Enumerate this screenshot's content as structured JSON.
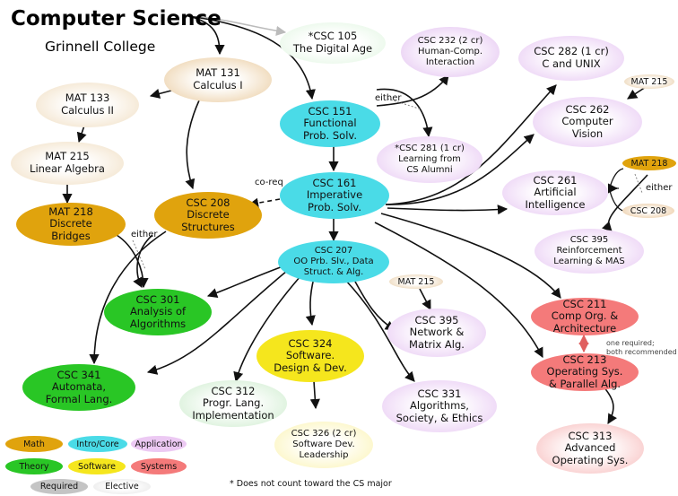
{
  "header": {
    "title": "Computer Science",
    "subtitle": "Grinnell College"
  },
  "colors": {
    "math": "#e0a30d",
    "math_light": "#f3dfb9",
    "intro": "#4adbe7",
    "application": "#ecc9f3",
    "theory": "#29c625",
    "software": "#f5e61d",
    "systems": "#f47a7a",
    "required": "#c4c4c4",
    "elective": "#eeeeee"
  },
  "nodes": {
    "csc105": "*CSC 105\nThe Digital Age",
    "mat131": "MAT 131\nCalculus I",
    "csc232": "CSC 232 (2 cr)\nHuman-Comp.\nInteraction",
    "csc282": "CSC 282 (1 cr)\nC and UNIX",
    "mat133": "MAT 133\nCalculus II",
    "csc151": "CSC 151\nFunctional\nProb. Solv.",
    "mat215a": "MAT 215",
    "csc262": "CSC 262\nComputer\nVision",
    "mat215": "MAT 215\nLinear Algebra",
    "csc281": "*CSC 281 (1 cr)\nLearning from\nCS Alumni",
    "mat218a": "MAT 218",
    "csc161": "CSC 161\nImperative\nProb. Solv.",
    "csc261": "CSC 261\nArtificial\nIntelligence",
    "mat218": "MAT 218\nDiscrete\nBridges",
    "csc208": "CSC 208\nDiscrete\nStructures",
    "csc208a": "CSC 208",
    "csc395rl": "CSC 395\nReinforcement\nLearning & MAS",
    "csc207": "CSC 207\nOO Prb. Slv., Data\nStruct. &  Alg.",
    "mat215b": "MAT 215",
    "csc301": "CSC 301\nAnalysis of\nAlgorithms",
    "csc395net": "CSC 395\nNetwork &\nMatrix Alg.",
    "csc211": "CSC 211\nComp Org. &\nArchitecture",
    "csc324": "CSC 324\nSoftware.\nDesign & Dev.",
    "csc213": "CSC 213\nOperating Sys.\n& Parallel Alg.",
    "csc341": "CSC 341\nAutomata,\nFormal Lang.",
    "csc312": "CSC 312\nProgr. Lang.\nImplementation",
    "csc331": "CSC 331\nAlgorithms,\nSociety, & Ethics",
    "csc326": "CSC 326 (2 cr)\nSoftware Dev.\nLeadership",
    "csc313": "CSC 313\nAdvanced\nOperating Sys."
  },
  "labels": {
    "either1": "either",
    "coreq": "co-req",
    "either2": "either",
    "either3": "either",
    "one_required": "one required;\nboth recommended"
  },
  "legend": {
    "math": "Math",
    "intro": "Intro/Core",
    "application": "Application",
    "theory": "Theory",
    "software": "Software",
    "systems": "Systems",
    "required": "Required",
    "elective": "Elective"
  },
  "footnote": "* Does not count toward the CS major"
}
